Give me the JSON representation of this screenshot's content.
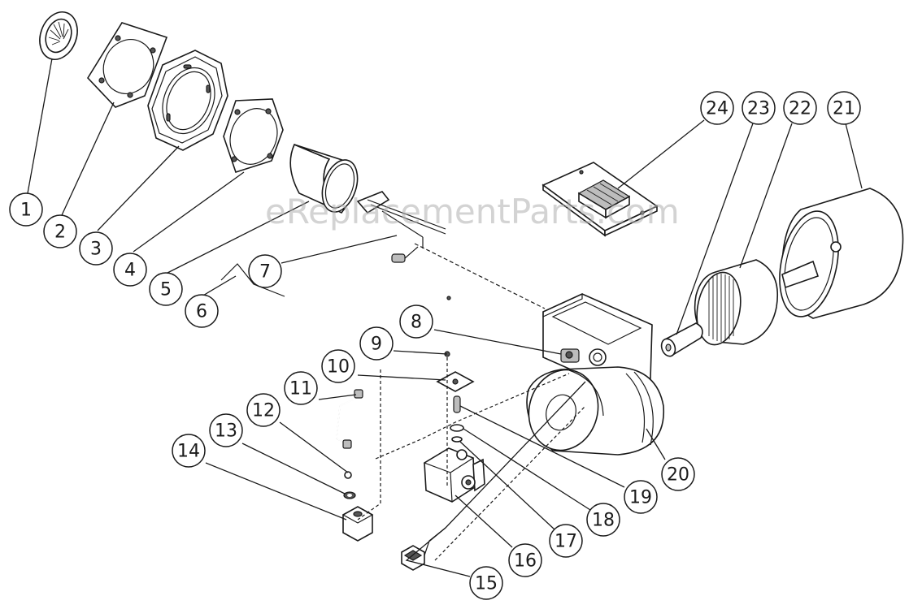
{
  "watermark": "eReplacementParts.com",
  "balloons": [
    {
      "label": "1"
    },
    {
      "label": "2"
    },
    {
      "label": "3"
    },
    {
      "label": "4"
    },
    {
      "label": "5"
    },
    {
      "label": "6"
    },
    {
      "label": "7"
    },
    {
      "label": "8"
    },
    {
      "label": "9"
    },
    {
      "label": "10"
    },
    {
      "label": "11"
    },
    {
      "label": "12"
    },
    {
      "label": "13"
    },
    {
      "label": "14"
    },
    {
      "label": "15"
    },
    {
      "label": "16"
    },
    {
      "label": "17"
    },
    {
      "label": "18"
    },
    {
      "label": "19"
    },
    {
      "label": "20"
    },
    {
      "label": "21"
    },
    {
      "label": "22"
    },
    {
      "label": "23"
    },
    {
      "label": "24"
    }
  ]
}
